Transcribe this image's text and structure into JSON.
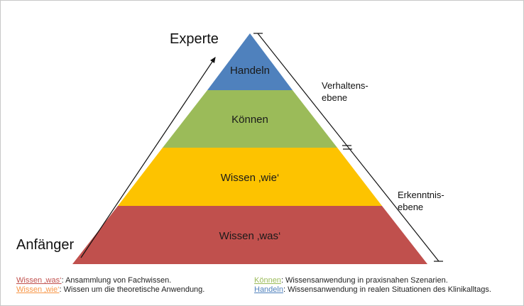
{
  "labels": {
    "top": "Experte",
    "bottom": "Anfänger",
    "behavior_level": [
      "Verhaltens-",
      "ebene"
    ],
    "cognition_level": [
      "Erkenntnis-",
      "ebene"
    ]
  },
  "tiers": [
    {
      "name": "Handeln",
      "color": "#4f81bd"
    },
    {
      "name": "Können",
      "color": "#9bbb59"
    },
    {
      "name": "Wissen ‚wie‘",
      "color": "#fdc300"
    },
    {
      "name": "Wissen ‚was‘",
      "color": "#c0504d"
    }
  ],
  "legend": [
    {
      "key": "Wissen ‚was‘",
      "text": ": Ansammlung von Fachwissen.",
      "color": "#c0504d"
    },
    {
      "key": "Wissen ‚wie‘",
      "text": ": Wissen um die theoretische Anwendung.",
      "color": "#f79646"
    },
    {
      "key": "Können",
      "text": ": Wissensanwendung in praxisnahen Szenarien.",
      "color": "#9bbb59"
    },
    {
      "key": "Handeln",
      "text": ": Wissensanwendung in realen Situationen des Klinikalltags.",
      "color": "#4f81bd"
    }
  ]
}
